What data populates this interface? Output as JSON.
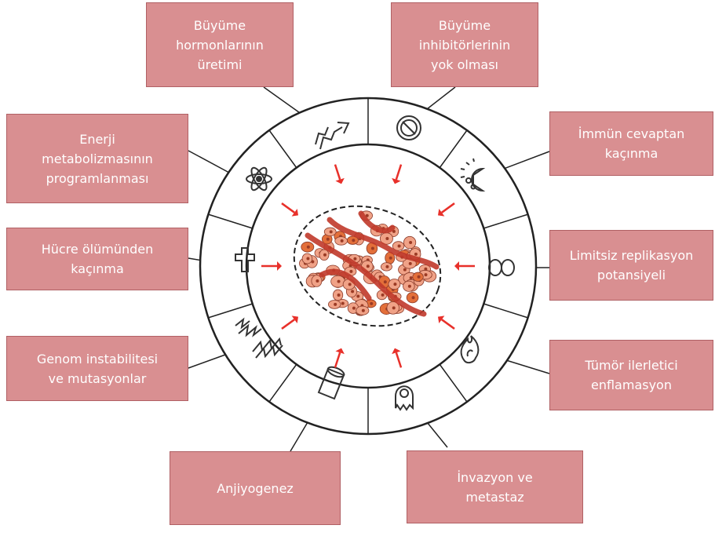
{
  "hallmarks": {
    "growth_hormones": "Büyüme\nhormonlarının\nüretimi",
    "growth_inhibitors": "Büyüme\ninhibitörlerinin\nyok olması",
    "immune_evasion": "İmmün cevaptan\nkaçınma",
    "replicative_potential": "Limitsiz replikasyon\npotansiyeli",
    "inflammation": "Tümör ilerletici\nenflamasyon",
    "invasion_metastasis": "İnvazyon ve\nmetastaz",
    "angiogenesis": "Anjiyogenez",
    "genome_instability": "Genom instabilitesi\nve mutasyonlar",
    "cell_death_evasion": "Hücre ölümünden\nkaçınma",
    "energy_metabolism": "Enerji\nmetabolizmasının\nprogramlanması"
  },
  "colors": {
    "box_fill": "#d98f91",
    "box_border": "#b06064",
    "arrow": "#e8302a",
    "tumor_cell": "#f0a287",
    "tumor_dark": "#c0392b",
    "tumor_nucleus": "#e36f3a"
  },
  "icons": [
    "arrow-icon",
    "no-entry-icon",
    "pacman-icon",
    "infinity-icon",
    "flame-icon",
    "ghost-cell-icon",
    "vessel-icon",
    "dna-icon",
    "cross-icon",
    "atom-icon"
  ]
}
